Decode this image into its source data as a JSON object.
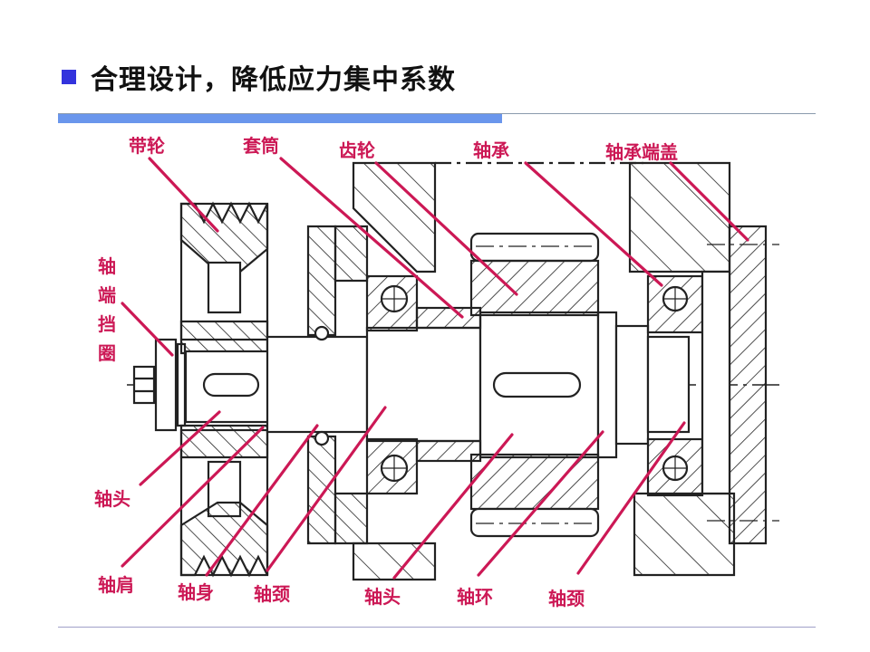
{
  "slide": {
    "title": "合理设计，降低应力集中系数",
    "bullet_color": "#3333dd",
    "accent_bar_color": "#6a96ec",
    "label_color": "#cc1855"
  },
  "diagram": {
    "type": "shaft assembly cross-section",
    "labels_top": {
      "pulley": "带轮",
      "sleeve": "套筒",
      "gear": "齿轮",
      "bearing": "轴承",
      "bearing_cover": "轴承端盖"
    },
    "labels_left": {
      "shaft_end_retainer": "轴端挡圈",
      "shaft_head_left": "轴头"
    },
    "labels_bottom": {
      "shaft_shoulder": "轴肩",
      "shaft_body": "轴身",
      "journal_left": "轴颈",
      "shaft_head_right": "轴头",
      "shaft_collar": "轴环",
      "journal_right": "轴颈"
    }
  }
}
